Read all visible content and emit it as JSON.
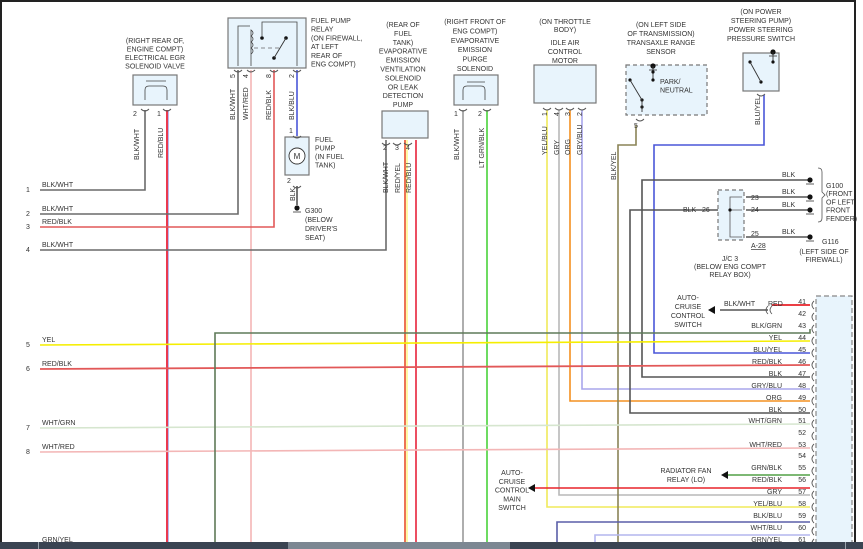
{
  "diagram": {
    "components": {
      "egr_valve": {
        "location": "(RIGHT REAR OF, ENGINE COMPT)",
        "name": "ELECTRICAL EGR SOLENOID VALVE",
        "pins": [
          "2",
          "1"
        ],
        "wires": [
          "BLK/WHT",
          "RED/BLU"
        ]
      },
      "fuel_pump_relay": {
        "name": "FUEL PUMP RELAY",
        "location": "(ON FIREWALL, AT LEFT REAR OF ENG COMPT)",
        "pins": [
          "5",
          "4",
          "8",
          "2"
        ],
        "wires": [
          "BLK/WHT",
          "WHT/RED",
          "RED/BLK",
          "BLK/BLU"
        ]
      },
      "fuel_pump": {
        "name": "FUEL PUMP",
        "location": "(IN FUEL TANK)",
        "symbol": "M",
        "pins": [
          "1",
          "2"
        ],
        "wire": "BLK"
      },
      "g300": {
        "name": "G300",
        "location": "(BELOW DRIVER'S SEAT)"
      },
      "evap_vent": {
        "location": "(REAR OF FUEL TANK)",
        "name": "EVAPORATIVE EMISSION VENTILATION SOLENOID OR LEAK DETECTION PUMP",
        "pins": [
          "2",
          "3",
          "4"
        ],
        "wires": [
          "BLK/WHT",
          "RED/YEL",
          "RED/BLU"
        ]
      },
      "evap_purge": {
        "location": "(RIGHT FRONT OF ENG COMPT)",
        "name": "EVAPORATIVE EMISSION PURGE SOLENOID",
        "pins": [
          "1",
          "2"
        ],
        "wires": [
          "BLK/WHT",
          "LT GRN/BLK"
        ]
      },
      "iac_motor": {
        "location": "(ON THROTTLE BODY)",
        "name": "IDLE AIR CONTROL MOTOR",
        "pins": [
          "1",
          "4",
          "3",
          "2"
        ],
        "wires": [
          "YEL/BLU",
          "GRY",
          "ORG",
          "GRY/BLU"
        ]
      },
      "trs": {
        "location": "(ON LEFT SIDE OF TRANSMISSION)",
        "name": "TRANSAXLE RANGE SENSOR",
        "switch": "PARK/ NEUTRAL",
        "pin": "5",
        "wire": "BLK/YEL"
      },
      "ps_switch": {
        "location": "(ON POWER STEERING PUMP)",
        "name": "POWER STEERING PRESSURE SWITCH",
        "wire": "BLU/YEL"
      },
      "jc3": {
        "name": "J/C 3",
        "location": "(BELOW ENG COMPT RELAY BOX)",
        "ref": "A-28",
        "in_pin": "26",
        "in_wire": "BLK",
        "out_pins": [
          "23",
          "24",
          "25"
        ],
        "out_wire": "BLK"
      },
      "g100": {
        "name": "G100",
        "location": "(FRONT OF LEFT FRONT FENDER)"
      },
      "g116": {
        "name": "G116",
        "location": "(LEFT SIDE OF FIREWALL)"
      },
      "g100_wire": "BLK",
      "acc_switch": {
        "name": "AUTO- CRUISE CONTROL SWITCH",
        "wire_out": "BLK/WHT",
        "wire_in": "RED"
      },
      "acc_main": {
        "name": "AUTO- CRUISE CONTROL MAIN SWITCH"
      },
      "rad_fan": {
        "name": "RADIATOR FAN RELAY (LO)"
      }
    },
    "left_connector": [
      {
        "pin": "1",
        "wire": "BLK/WHT"
      },
      {
        "pin": "2",
        "wire": "BLK/WHT"
      },
      {
        "pin": "3",
        "wire": "RED/BLK"
      },
      {
        "pin": "4",
        "wire": "BLK/WHT"
      },
      {
        "pin": "5",
        "wire": "YEL"
      },
      {
        "pin": "6",
        "wire": "RED/BLK"
      },
      {
        "pin": "7",
        "wire": "WHT/GRN"
      },
      {
        "pin": "8",
        "wire": "WHT/RED"
      },
      {
        "pin": "",
        "wire": "GRN/YEL"
      }
    ],
    "ecm_pins": [
      {
        "pin": "41",
        "wire": "RED"
      },
      {
        "pin": "42",
        "wire": ""
      },
      {
        "pin": "43",
        "wire": "BLK/GRN"
      },
      {
        "pin": "44",
        "wire": "YEL"
      },
      {
        "pin": "45",
        "wire": "BLU/YEL"
      },
      {
        "pin": "46",
        "wire": "RED/BLK"
      },
      {
        "pin": "47",
        "wire": "BLK"
      },
      {
        "pin": "48",
        "wire": "GRY/BLU"
      },
      {
        "pin": "49",
        "wire": "ORG"
      },
      {
        "pin": "50",
        "wire": "BLK"
      },
      {
        "pin": "51",
        "wire": "WHT/GRN"
      },
      {
        "pin": "52",
        "wire": ""
      },
      {
        "pin": "53",
        "wire": "WHT/RED"
      },
      {
        "pin": "54",
        "wire": ""
      },
      {
        "pin": "55",
        "wire": "GRN/BLK"
      },
      {
        "pin": "56",
        "wire": "RED/BLK"
      },
      {
        "pin": "57",
        "wire": "GRY"
      },
      {
        "pin": "58",
        "wire": "YEL/BLU"
      },
      {
        "pin": "59",
        "wire": "BLK/BLU"
      },
      {
        "pin": "60",
        "wire": "WHT/BLU"
      },
      {
        "pin": "61",
        "wire": "GRN/YEL"
      }
    ],
    "colors": {
      "BLK": "#555555",
      "BLK/WHT": "#6a6a6a",
      "RED": "#e8232a",
      "RED/BLK": "#e25858",
      "RED/BLU": "#e8233a",
      "YEL": "#f5ee00",
      "WHT/GRN": "#d6e6cf",
      "WHT/RED": "#f3b6b6",
      "GRY": "#b8b8b8",
      "ORG": "#f39020",
      "GRY/BLU": "#a9a6ec",
      "BLU/YEL": "#4a56d8",
      "YEL/BLU": "#f0ea5a",
      "BLK/GRN": "#5f7a58",
      "GRN/BLK": "#52a046",
      "LT GRN/BLK": "#49d23a",
      "BLK/YEL": "#8a8456",
      "BLK/BLU": "#5a5fa8",
      "WHT/BLU": "#b4b6ee",
      "RED/YEL": "#e8502a",
      "box_fill": "#e8f4fc"
    }
  }
}
